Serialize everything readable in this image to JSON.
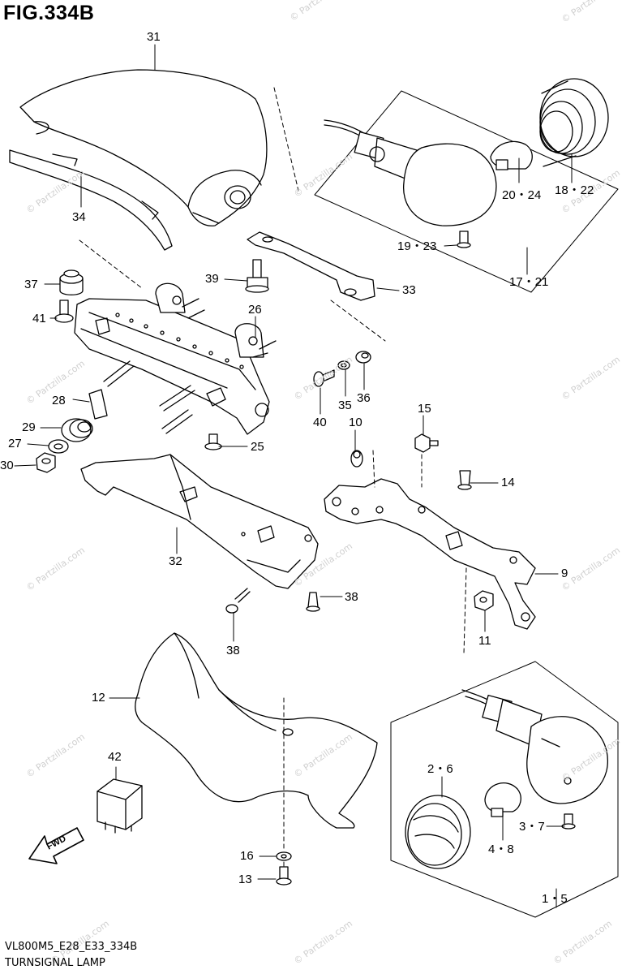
{
  "figure": {
    "title": "FIG.334B",
    "model_code": "VL800M5_E28_E33_334B",
    "name": "TURNSIGNAL LAMP"
  },
  "watermark": "© Partzilla.com",
  "fwd_label": "FWD",
  "callouts": [
    {
      "id": "31",
      "label": "31"
    },
    {
      "id": "34",
      "label": "34"
    },
    {
      "id": "37",
      "label": "37"
    },
    {
      "id": "41",
      "label": "41"
    },
    {
      "id": "39",
      "label": "39"
    },
    {
      "id": "26",
      "label": "26"
    },
    {
      "id": "33",
      "label": "33"
    },
    {
      "id": "28",
      "label": "28"
    },
    {
      "id": "29",
      "label": "29"
    },
    {
      "id": "27",
      "label": "27"
    },
    {
      "id": "30",
      "label": "30"
    },
    {
      "id": "25",
      "label": "25"
    },
    {
      "id": "40",
      "label": "40"
    },
    {
      "id": "35",
      "label": "35"
    },
    {
      "id": "36",
      "label": "36"
    },
    {
      "id": "10",
      "label": "10"
    },
    {
      "id": "15",
      "label": "15"
    },
    {
      "id": "14",
      "label": "14"
    },
    {
      "id": "32",
      "label": "32"
    },
    {
      "id": "9",
      "label": "9"
    },
    {
      "id": "38a",
      "label": "38"
    },
    {
      "id": "38b",
      "label": "38"
    },
    {
      "id": "11",
      "label": "11"
    },
    {
      "id": "12",
      "label": "12"
    },
    {
      "id": "42",
      "label": "42"
    },
    {
      "id": "2-6",
      "label": "2・6"
    },
    {
      "id": "3-7",
      "label": "3・7"
    },
    {
      "id": "4-8",
      "label": "4・8"
    },
    {
      "id": "1-5",
      "label": "1・5"
    },
    {
      "id": "16",
      "label": "16"
    },
    {
      "id": "13",
      "label": "13"
    },
    {
      "id": "20-24",
      "label": "20・24"
    },
    {
      "id": "18-22",
      "label": "18・22"
    },
    {
      "id": "19-23",
      "label": "19・23"
    },
    {
      "id": "17-21",
      "label": "17・21"
    }
  ]
}
